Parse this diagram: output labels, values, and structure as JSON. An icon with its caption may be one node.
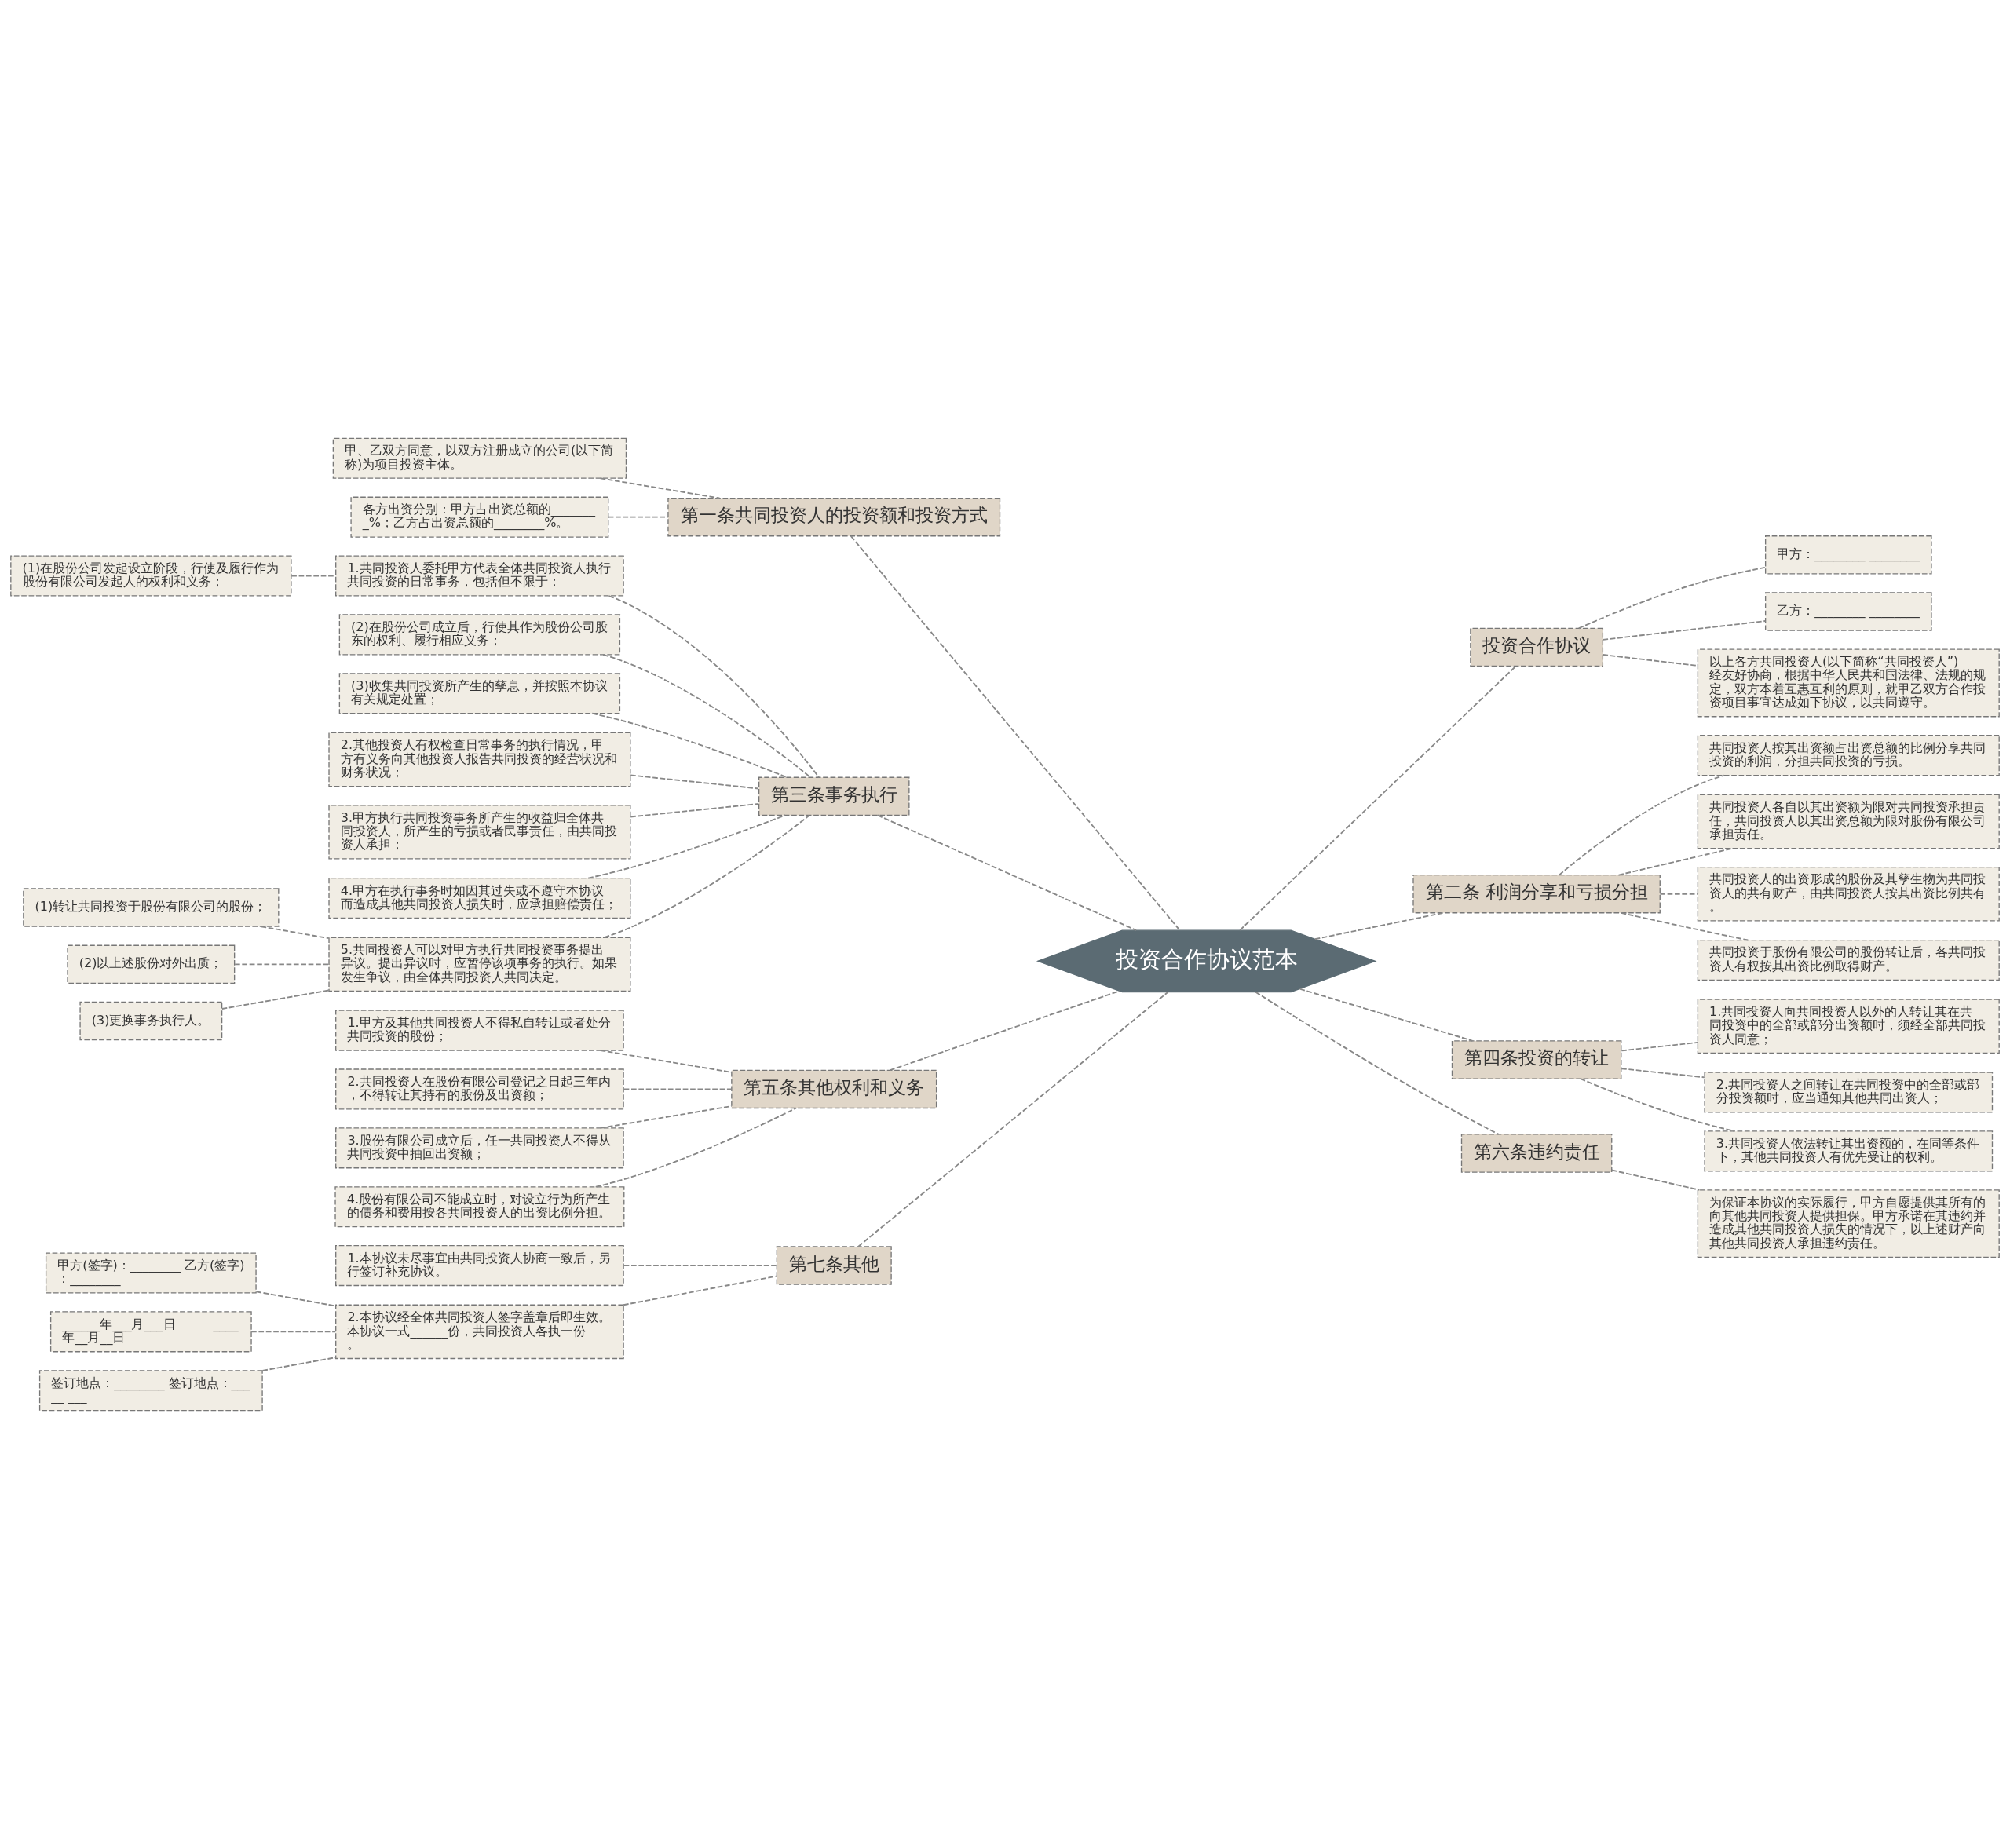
{
  "diagram": {
    "nodes": [
      {
        "text": [
          "投资合作协议范本"
        ]
      },
      {
        "text": [
          "投资合作协议"
        ]
      },
      {
        "text": [
          "甲方：________ ________"
        ]
      },
      {
        "text": [
          "乙方：________ ________"
        ]
      },
      {
        "text": [
          "以上各方共同投资人(以下简称“共同投资人”)经友好协商，根据中华人民共和国法律、法规的规定，双方本着互惠互利的原则，就甲乙双方合作投资项目事宜达成如下协议，以共同遵守。"
        ]
      },
      {
        "text": [
          "第二条 利润分享和亏损分担"
        ]
      },
      {
        "text": [
          "共同投资人按其出资额占出资总额的比例分享共同投资的利润，分担共同投资的亏损。"
        ]
      },
      {
        "text": [
          "共同投资人各自以其出资额为限对共同投资承担责任，共同投资人以其出资总额为限对股份有限公司承担责任。"
        ]
      },
      {
        "text": [
          "共同投资人的出资形成的股份及其孳生物为共同投资人的共有财产，由共同投资人按其出资比例共有。"
        ]
      },
      {
        "text": [
          "共同投资于股份有限公司的股份转让后，各共同投资人有权按其出资比例取得财产。"
        ]
      },
      {
        "text": [
          "第四条投资的转让"
        ]
      },
      {
        "text": [
          "1.共同投资人向共同投资人以外的人转让其在共同投资中的全部或部分出资额时，须经全部共同投资人同意；"
        ]
      },
      {
        "text": [
          "2.共同投资人之间转让在共同投资中的全部或部分投资额时，应当通知其他共同出资人；"
        ]
      },
      {
        "text": [
          "3.共同投资人依法转让其出资额的，在同等条件下，其他共同投资人有优先受让的权利。"
        ]
      },
      {
        "text": [
          "第六条违约责任"
        ]
      },
      {
        "text": [
          "为保证本协议的实际履行，甲方自愿提供其所有的向其他共同投资人提供担保。甲方承诺在其违约并造成其他共同投资人损失的情况下，以上述财产向其他共同投资人承担违约责任。"
        ]
      },
      {
        "text": [
          "第一条共同投资人的投资额和投资方式"
        ]
      },
      {
        "text": [
          "甲、乙双方同意，以双方注册成立的公司(以下简称)为项目投资主体。"
        ]
      },
      {
        "text": [
          "各方出资分别：甲方占出资总额的________%；乙方占出资总额的________%。"
        ]
      },
      {
        "text": [
          "第三条事务执行"
        ]
      },
      {
        "text": [
          "1.共同投资人委托甲方代表全体共同投资人执行共同投资的日常事务，包括但不限于："
        ]
      },
      {
        "text": [
          "(1)在股份公司发起设立阶段，行使及履行作为股份有限公司发起人的权利和义务；"
        ]
      },
      {
        "text": [
          "(2)在股份公司成立后，行使其作为股份公司股东的权利、履行相应义务；"
        ]
      },
      {
        "text": [
          "(3)收集共同投资所产生的孳息，并按照本协议有关规定处置；"
        ]
      },
      {
        "text": [
          "2.其他投资人有权检查日常事务的执行情况，甲方有义务向其他投资人报告共同投资的经营状况和财务状况；"
        ]
      },
      {
        "text": [
          "3.甲方执行共同投资事务所产生的收益归全体共同投资人，所产生的亏损或者民事责任，由共同投资人承担；"
        ]
      },
      {
        "text": [
          "4.甲方在执行事务时如因其过失或不遵守本协议而造成其他共同投资人损失时，应承担赔偿责任；"
        ]
      },
      {
        "text": [
          "5.共同投资人可以对甲方执行共同投资事务提出异议。提出异议时，应暂停该项事务的执行。如果发生争议，由全体共同投资人共同决定。"
        ]
      },
      {
        "text": [
          "(1)转让共同投资于股份有限公司的股份；"
        ]
      },
      {
        "text": [
          "(2)以上述股份对外出质；"
        ]
      },
      {
        "text": [
          "(3)更换事务执行人。"
        ]
      },
      {
        "text": [
          "第五条其他权利和义务"
        ]
      },
      {
        "text": [
          "1.甲方及其他共同投资人不得私自转让或者处分共同投资的股份；"
        ]
      },
      {
        "text": [
          "2.共同投资人在股份有限公司登记之日起三年内，不得转让其持有的股份及出资额；"
        ]
      },
      {
        "text": [
          "3.股份有限公司成立后，任一共同投资人不得从共同投资中抽回出资额；"
        ]
      },
      {
        "text": [
          "4.股份有限公司不能成立时，对设立行为所产生的债务和费用按各共同投资人的出资比例分担。"
        ]
      },
      {
        "text": [
          "第七条其他"
        ]
      },
      {
        "text": [
          "1.本协议未尽事宜由共同投资人协商一致后，另行签订补充协议。"
        ]
      },
      {
        "text": [
          "2.本协议经全体共同投资人签字盖章后即生效。本协议一式______份，共同投资人各执一份。"
        ]
      },
      {
        "text": [
          "甲方(签字)：________ 乙方(签字)：________"
        ]
      },
      {
        "text": [
          "______年___月___日　　　____年__月__日"
        ]
      },
      {
        "text": [
          "签订地点：________ 签订地点：_____ ___"
        ]
      }
    ],
    "edges": [
      {
        "from": 0,
        "to": 1,
        "arrow": "none"
      },
      {
        "from": 1,
        "to": 2,
        "arrow": "none"
      },
      {
        "from": 1,
        "to": 3,
        "arrow": "none"
      },
      {
        "from": 1,
        "to": 4,
        "arrow": "none"
      },
      {
        "from": 0,
        "to": 5,
        "arrow": "none"
      },
      {
        "from": 5,
        "to": 6,
        "arrow": "none"
      },
      {
        "from": 5,
        "to": 7,
        "arrow": "none"
      },
      {
        "from": 5,
        "to": 8,
        "arrow": "none"
      },
      {
        "from": 5,
        "to": 9,
        "arrow": "none"
      },
      {
        "from": 0,
        "to": 10,
        "arrow": "none"
      },
      {
        "from": 10,
        "to": 11,
        "arrow": "none"
      },
      {
        "from": 10,
        "to": 12,
        "arrow": "none"
      },
      {
        "from": 10,
        "to": 13,
        "arrow": "none"
      },
      {
        "from": 0,
        "to": 14,
        "arrow": "none"
      },
      {
        "from": 14,
        "to": 15,
        "arrow": "none"
      },
      {
        "from": 0,
        "to": 16,
        "arrow": "none"
      },
      {
        "from": 16,
        "to": 17,
        "arrow": "none"
      },
      {
        "from": 16,
        "to": 18,
        "arrow": "none"
      },
      {
        "from": 0,
        "to": 19,
        "arrow": "none"
      },
      {
        "from": 19,
        "to": 20,
        "arrow": "none"
      },
      {
        "from": 20,
        "to": 21,
        "arrow": "none"
      },
      {
        "from": 19,
        "to": 22,
        "arrow": "none"
      },
      {
        "from": 19,
        "to": 23,
        "arrow": "none"
      },
      {
        "from": 19,
        "to": 24,
        "arrow": "none"
      },
      {
        "from": 19,
        "to": 25,
        "arrow": "none"
      },
      {
        "from": 19,
        "to": 26,
        "arrow": "none"
      },
      {
        "from": 19,
        "to": 27,
        "arrow": "none"
      },
      {
        "from": 27,
        "to": 28,
        "arrow": "none"
      },
      {
        "from": 27,
        "to": 29,
        "arrow": "none"
      },
      {
        "from": 27,
        "to": 30,
        "arrow": "none"
      },
      {
        "from": 0,
        "to": 31,
        "arrow": "none"
      },
      {
        "from": 31,
        "to": 32,
        "arrow": "none"
      },
      {
        "from": 31,
        "to": 33,
        "arrow": "none"
      },
      {
        "from": 31,
        "to": 34,
        "arrow": "none"
      },
      {
        "from": 31,
        "to": 35,
        "arrow": "none"
      },
      {
        "from": 0,
        "to": 36,
        "arrow": "none"
      },
      {
        "from": 36,
        "to": 37,
        "arrow": "none"
      },
      {
        "from": 36,
        "to": 38,
        "arrow": "none"
      },
      {
        "from": 38,
        "to": 39,
        "arrow": "none"
      },
      {
        "from": 38,
        "to": 40,
        "arrow": "none"
      },
      {
        "from": 38,
        "to": 41,
        "arrow": "none"
      }
    ]
  }
}
